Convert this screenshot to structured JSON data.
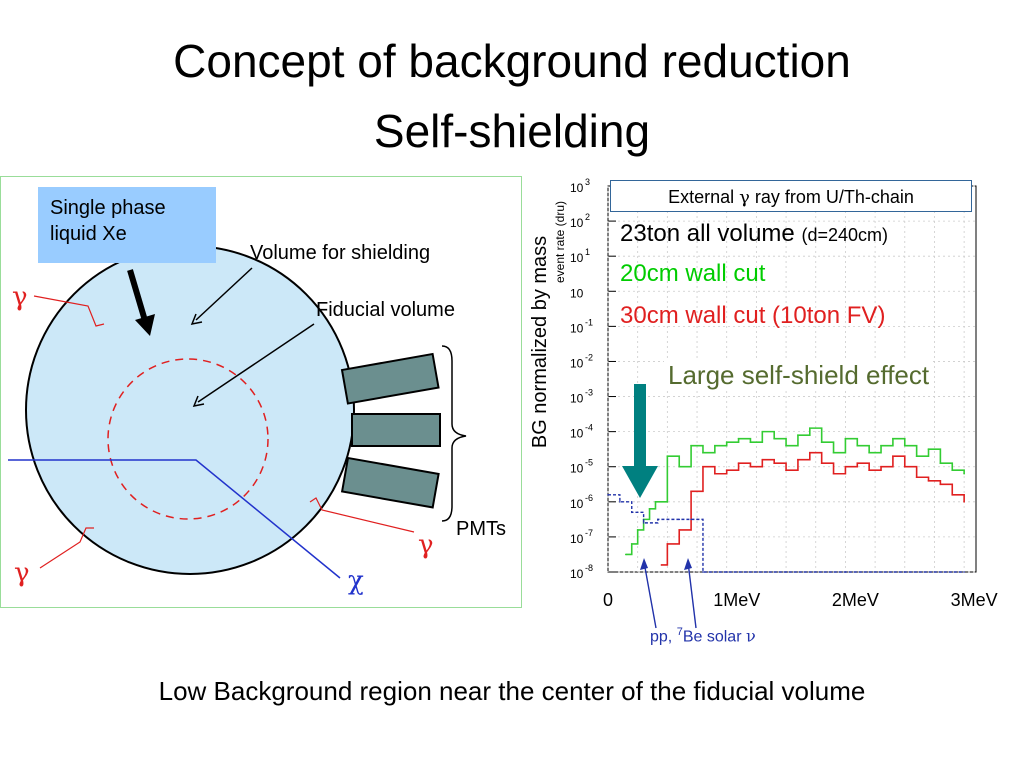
{
  "title": {
    "line1": "Concept of background reduction",
    "line2": "Self-shielding"
  },
  "diagram": {
    "single_phase": "Single phase",
    "liquid_xe": "liquid Xe",
    "volume_shielding": "Volume for shielding",
    "fiducial_volume": "Fiducial volume",
    "pmts": "PMTs",
    "gamma": "γ",
    "chi": "χ"
  },
  "chart": {
    "legend_title_a": "External ",
    "legend_gamma": "γ",
    "legend_title_b": " ray from U/Th-chain",
    "series_a_main": "23ton all volume ",
    "series_a_note": "(d=240cm)",
    "series_b": "20cm wall cut",
    "series_c": "30cm wall cut (10ton FV)",
    "annotation": "Large self-shield effect",
    "ylabel_outer": "BG normalized by mass",
    "ylabel_inner": "event rate (dru)",
    "solar_pp": "pp,",
    "solar_be_sup": "7",
    "solar_be": "Be solar ",
    "solar_nu": "ν"
  },
  "chart_data": {
    "type": "line",
    "ylabel": "event rate (dru)",
    "xticks": [
      "0",
      "1MeV",
      "2MeV",
      "3MeV"
    ],
    "yticks": [
      "10",
      "10",
      "10",
      "10",
      "10",
      "10",
      "10",
      "10",
      "10",
      "10",
      "10",
      "10"
    ],
    "yticks_exp": [
      "3",
      "2",
      "1",
      "",
      "-1",
      "-2",
      "-3",
      "-4",
      "-5",
      "-6",
      "-7",
      "-8"
    ],
    "xlim": [
      0,
      3.1
    ],
    "ylim_log10": [
      -8,
      3
    ],
    "series": [
      {
        "name": "20cm wall cut",
        "color": "#33cc33",
        "x": [
          0.15,
          0.2,
          0.25,
          0.3,
          0.35,
          0.4,
          0.5,
          0.6,
          0.7,
          0.8,
          0.9,
          1.0,
          1.1,
          1.2,
          1.3,
          1.4,
          1.5,
          1.6,
          1.7,
          1.8,
          1.9,
          2.0,
          2.1,
          2.2,
          2.3,
          2.4,
          2.5,
          2.6,
          2.7,
          2.8,
          2.9,
          3.0
        ],
        "y_log10": [
          -7.5,
          -7.2,
          -6.8,
          -6.5,
          -6.2,
          -6.0,
          -4.7,
          -5.0,
          -4.4,
          -4.6,
          -4.4,
          -4.3,
          -4.2,
          -4.3,
          -4.0,
          -4.2,
          -4.4,
          -4.1,
          -3.9,
          -4.3,
          -4.6,
          -4.2,
          -4.4,
          -4.6,
          -4.4,
          -4.2,
          -4.4,
          -4.7,
          -4.5,
          -4.9,
          -5.1,
          -5.2
        ]
      },
      {
        "name": "30cm wall cut (10ton FV)",
        "color": "#e02020",
        "x": [
          0.45,
          0.5,
          0.6,
          0.7,
          0.8,
          0.9,
          1.0,
          1.1,
          1.2,
          1.3,
          1.4,
          1.5,
          1.6,
          1.7,
          1.8,
          1.9,
          2.0,
          2.1,
          2.2,
          2.3,
          2.4,
          2.5,
          2.6,
          2.7,
          2.8,
          2.9,
          3.0
        ],
        "y_log10": [
          -7.8,
          -7.2,
          -6.8,
          -5.7,
          -5.0,
          -5.2,
          -5.1,
          -4.9,
          -5.0,
          -4.8,
          -4.9,
          -5.1,
          -4.8,
          -4.6,
          -4.9,
          -5.2,
          -5.0,
          -4.9,
          -5.1,
          -5.0,
          -4.7,
          -5.0,
          -5.3,
          -5.4,
          -5.5,
          -5.8,
          -6.0
        ]
      },
      {
        "name": "pp, 7Be solar ν",
        "color": "#2233aa",
        "x": [
          0.0,
          0.1,
          0.2,
          0.3,
          0.42,
          0.5,
          0.6,
          0.7,
          0.75,
          0.8,
          1.0,
          1.5,
          2.0,
          2.5,
          3.0
        ],
        "y_log10": [
          -5.8,
          -6.0,
          -6.3,
          -6.6,
          -6.5,
          -6.5,
          -6.5,
          -6.5,
          -6.5,
          -8.0,
          -8.0,
          -8.0,
          -8.0,
          -8.0,
          -8.0
        ]
      }
    ]
  },
  "footer": "Low Background region near the center of the fiducial volume",
  "colors": {
    "xenon_fill": "#cce8f8",
    "label_fill": "#99ccff",
    "green": "#00cc00",
    "red": "#e02020",
    "arrow_teal": "#008080",
    "navy": "#223399"
  }
}
